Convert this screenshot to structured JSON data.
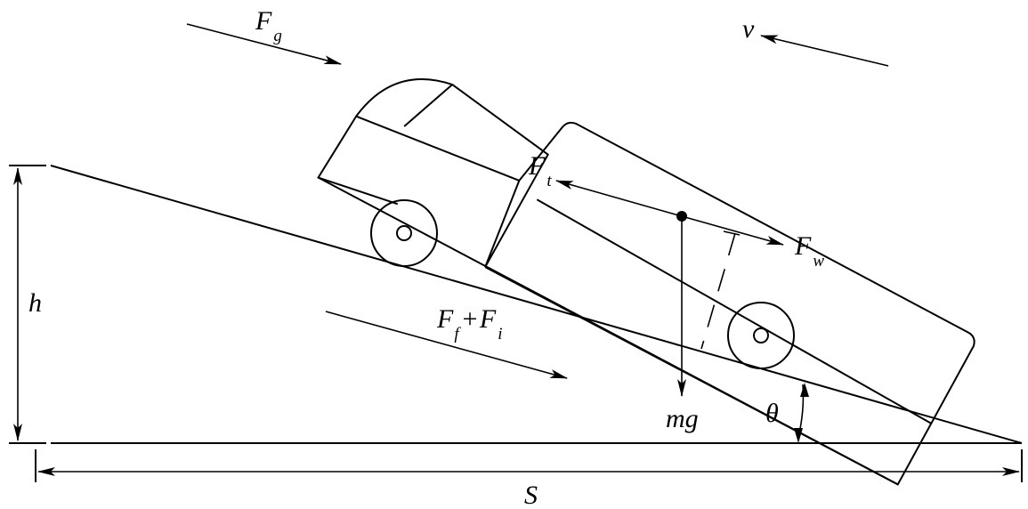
{
  "labels": {
    "gradient_force": {
      "main": "F",
      "sub": "g"
    },
    "velocity": "v",
    "traction": {
      "main": "F",
      "sub": "t"
    },
    "air_resistance": {
      "main": "F",
      "sub": "w"
    },
    "resistances": {
      "f1": "F",
      "s1": "f",
      "plus": "+",
      "f2": "F",
      "s2": "i"
    },
    "weight": "mg",
    "height": "h",
    "angle": "θ",
    "distance": "S"
  },
  "colors": {
    "line": "#000000",
    "background": "#ffffff"
  },
  "icons": [
    "arrow-head",
    "center-of-mass-dot",
    "wheel-icon"
  ]
}
